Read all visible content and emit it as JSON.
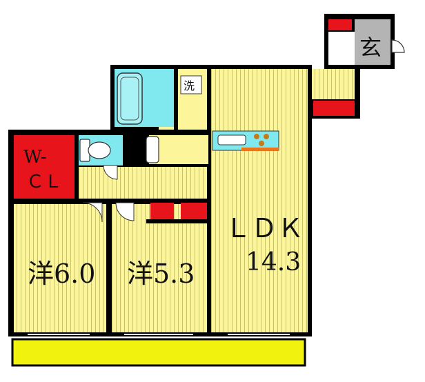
{
  "rooms": {
    "entrance": "玄",
    "wash": "洗",
    "wcl": {
      "line1": "W-",
      "line2": "ＣＬ"
    },
    "ldk": {
      "name": "ＬＤＫ",
      "size": "14.3"
    },
    "western_a": "洋6.0",
    "western_b": "洋5.3"
  },
  "colors": {
    "room_floor": "#fdf59a",
    "stripe": "#c8c26a",
    "wall": "#000000",
    "storage": "#e8141b",
    "bath": "#7fe9ef",
    "entrance_floor": "#b4b4b4",
    "kitchen_counter": "#7fe9ef",
    "kitchen_accent": "#e8761b",
    "balcony": "#f2f20f"
  }
}
